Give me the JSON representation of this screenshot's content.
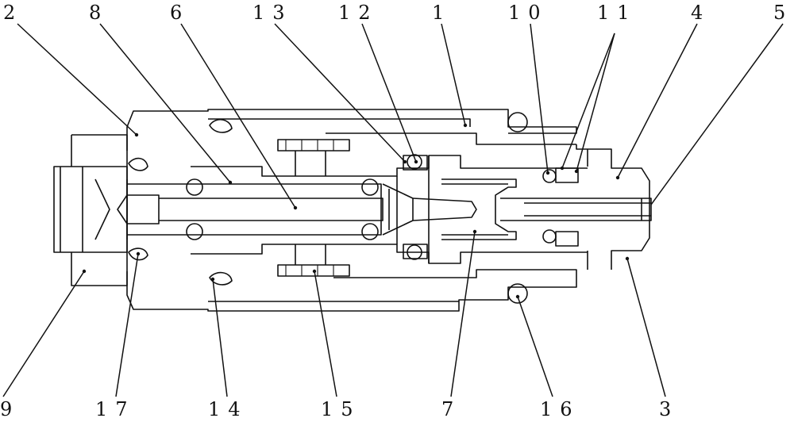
{
  "diagram": {
    "line_color": "#111111",
    "background": "#ffffff",
    "callouts": [
      {
        "id": "c2",
        "text": "2"
      },
      {
        "id": "c8",
        "text": "8"
      },
      {
        "id": "c6",
        "text": "6"
      },
      {
        "id": "c13",
        "text": "13"
      },
      {
        "id": "c12",
        "text": "12"
      },
      {
        "id": "c1",
        "text": "1"
      },
      {
        "id": "c10",
        "text": "10"
      },
      {
        "id": "c11",
        "text": "11"
      },
      {
        "id": "c4",
        "text": "4"
      },
      {
        "id": "c5",
        "text": "5"
      },
      {
        "id": "c9",
        "text": "9"
      },
      {
        "id": "c17",
        "text": "17"
      },
      {
        "id": "c14",
        "text": "14"
      },
      {
        "id": "c15",
        "text": "15"
      },
      {
        "id": "c7",
        "text": "7"
      },
      {
        "id": "c16",
        "text": "16"
      },
      {
        "id": "c3",
        "text": "3"
      }
    ]
  }
}
